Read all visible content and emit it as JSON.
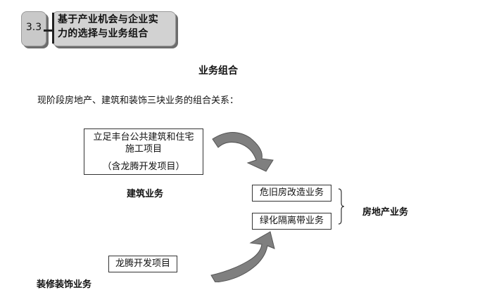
{
  "section": {
    "number": "3.3",
    "title_line1": "基于产业机会与企业实",
    "title_line2": "力的选择与业务组合"
  },
  "heading": "业务组合",
  "intro": "现阶段房地产、建筑和装饰三块业务的组合关系：",
  "construction": {
    "box_line1": "立足丰台公共建筑和住宅",
    "box_line2": "施工项目",
    "box_line3": "（含龙腾开发项目）",
    "label": "建筑业务"
  },
  "real_estate": {
    "item1": "危旧房改造业务",
    "item2": "绿化隔离带业务",
    "label": "房地产业务"
  },
  "decoration": {
    "box": "龙腾开发项目",
    "label": "装修装饰业务"
  },
  "colors": {
    "arrow_fill": "#7f7f7f",
    "arrow_edge": "#555555",
    "header_box": "#d2d2d2",
    "header_shadow": "#6d6d6d"
  }
}
